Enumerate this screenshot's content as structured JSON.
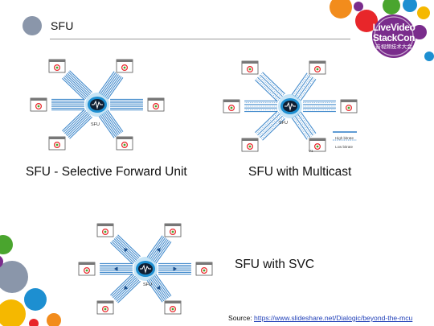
{
  "header": {
    "title": "SFU"
  },
  "brand": {
    "line1": "LiveVideo",
    "line2": "StackCon",
    "line3": "音视频技术大会"
  },
  "captions": {
    "sfu": "SFU - Selective Forward Unit",
    "multicast": "SFU with Multicast",
    "svc": "SFU with SVC"
  },
  "diagrams": {
    "hub_label": "SFU",
    "legend_high": "High bitrate",
    "legend_low": "Low bitrate",
    "small_mark": "V1"
  },
  "source": {
    "label": "Source:",
    "url": "https://www.slideshare.net/Dialogic/beyond-the-mcu"
  },
  "colors": {
    "title_bullet": "#8a96aa",
    "hub_blue": "#1d8fd1",
    "stream_blue": "#2b7cc6",
    "link_blue": "#1f3fb8",
    "rule_gray": "#9a9a9a"
  }
}
